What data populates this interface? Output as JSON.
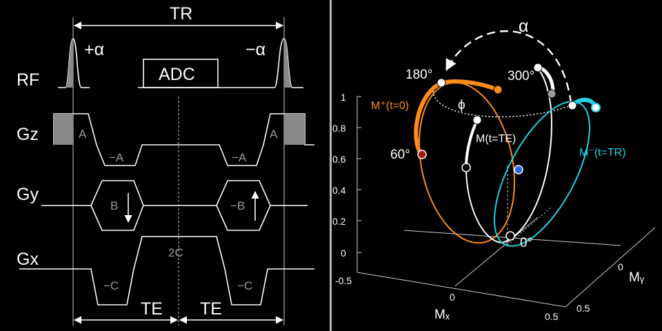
{
  "sequence": {
    "tr_label": "TR",
    "te_label_left": "TE",
    "te_label_right": "TE",
    "rf": {
      "label": "RF",
      "pulse_plus": "+α",
      "pulse_minus": "−α",
      "adc": "ADC"
    },
    "gz": {
      "label": "Gz",
      "lobe_a_left": "A",
      "lobe_a_right": "A",
      "lobe_neg_a_left": "−A",
      "lobe_neg_a_right": "−A"
    },
    "gy": {
      "label": "Gy",
      "lobe_b": "B",
      "lobe_neg_b": "−B"
    },
    "gx": {
      "label": "Gx",
      "lobe_2c": "2C",
      "lobe_neg_c_left": "−C",
      "lobe_neg_c_right": "−C"
    }
  },
  "magnetization_plot": {
    "flip_label": "α",
    "phase_label": "ϕ",
    "angles": {
      "a180": "180°",
      "a300": "300°",
      "a60": "60°",
      "a0": "0°"
    },
    "curve_labels": {
      "m_plus": "M⁺(t=0)",
      "m_te": "M(t=TE)",
      "m_minus": "M⁻(t=TR)"
    },
    "z_ticks": [
      "1",
      "0.8",
      "0.6",
      "0.4",
      "0.2",
      "0"
    ],
    "x_ticks": [
      "-0.5",
      "0",
      "0.5"
    ],
    "y_ticks": [
      "0",
      "0.5"
    ],
    "x_axis_label": "Mₓ",
    "y_axis_label": "Mᵧ",
    "colors": {
      "m_plus": "#ff8c1a",
      "m_minus": "#22d3e6",
      "m_te": "#ffffff",
      "marker_60": "#a01818",
      "marker_blue": "#2a6ae0",
      "marker_gray": "#9a9a9a"
    }
  }
}
